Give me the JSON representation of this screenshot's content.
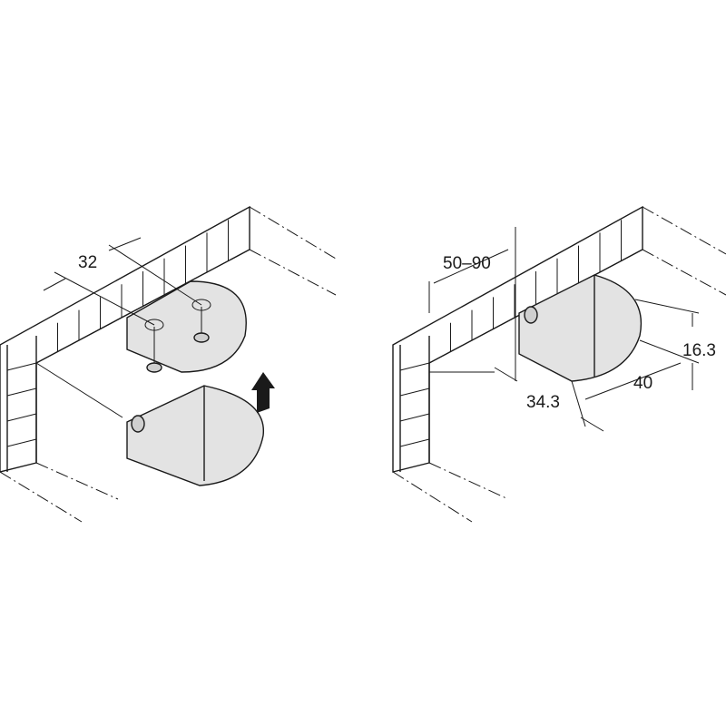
{
  "left_view": {
    "dimensions": {
      "spacing": "32"
    },
    "arrow_icon": "arrow-up-icon"
  },
  "right_view": {
    "dimensions": {
      "offset_range": "50–90",
      "height": "16.3",
      "depth": "40",
      "width": "34.3"
    }
  },
  "colors": {
    "line": "#1a1a1a",
    "part_fill": "#e3e3e3"
  }
}
